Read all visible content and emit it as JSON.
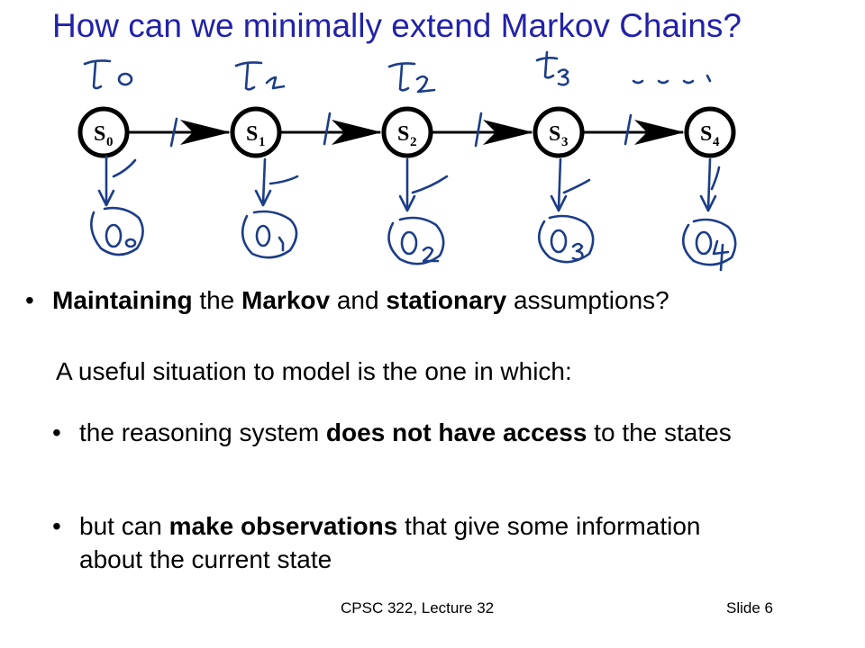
{
  "title": "How can we minimally extend Markov Chains?",
  "diagram": {
    "states": [
      {
        "letter": "S",
        "sub": "0"
      },
      {
        "letter": "S",
        "sub": "1"
      },
      {
        "letter": "S",
        "sub": "2"
      },
      {
        "letter": "S",
        "sub": "3"
      },
      {
        "letter": "S",
        "sub": "4"
      }
    ],
    "time_labels": [
      "t0",
      "t1",
      "t2",
      "t3",
      "- - - ."
    ],
    "observation_labels": [
      "O0",
      "O1",
      "O2",
      "O3",
      "O4"
    ]
  },
  "bullet": {
    "part1": "Maintaining",
    "part2": " the ",
    "part3": "Markov",
    "part4": " and ",
    "part5": "stationary",
    "part6": " assumptions?"
  },
  "paragraph": "A useful situation to model is the one in which:",
  "sub1": {
    "part1": "the reasoning system ",
    "part2": "does not have access",
    "part3": " to the states"
  },
  "sub2": {
    "part1": "but can ",
    "part2": "make observations",
    "part3": "  that give some information about the current state"
  },
  "bullet_symbol": "•",
  "footer": {
    "course": "CPSC 322, Lecture 32",
    "slide": "Slide 6"
  }
}
